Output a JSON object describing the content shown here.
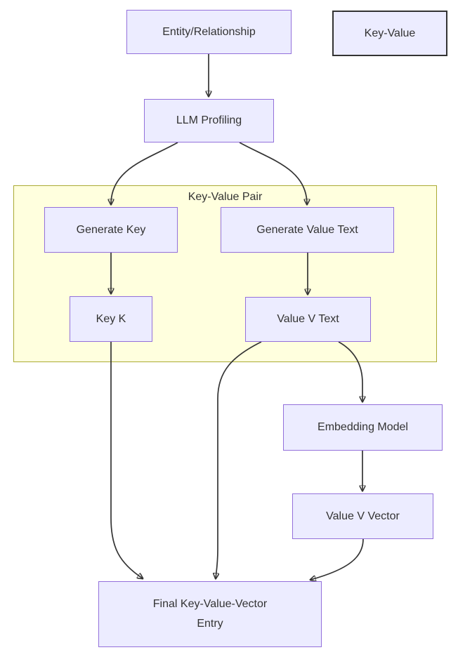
{
  "diagram": {
    "type": "flowchart",
    "direction": "top-down"
  },
  "cluster": {
    "label": "Key-Value Pair"
  },
  "nodes": {
    "entity": {
      "label": "Entity/Relationship"
    },
    "key_value_legend": {
      "label": "Key-Value"
    },
    "llm_profiling": {
      "label": "LLM Profiling"
    },
    "generate_key": {
      "label": "Generate Key"
    },
    "generate_value_text": {
      "label": "Generate Value Text"
    },
    "key_k": {
      "label": "Key K"
    },
    "value_v_text": {
      "label": "Value V Text"
    },
    "embedding_model": {
      "label": "Embedding Model"
    },
    "value_v_vector": {
      "label": "Value V Vector"
    },
    "final_entry": {
      "label": "Final Key-Value-Vector\nEntry"
    }
  },
  "edges": [
    {
      "from": "Entity/Relationship",
      "to": "LLM Profiling"
    },
    {
      "from": "LLM Profiling",
      "to": "Generate Key"
    },
    {
      "from": "LLM Profiling",
      "to": "Generate Value Text"
    },
    {
      "from": "Generate Key",
      "to": "Key K"
    },
    {
      "from": "Generate Value Text",
      "to": "Value V Text"
    },
    {
      "from": "Key K",
      "to": "Final Key-Value-Vector Entry"
    },
    {
      "from": "Value V Text",
      "to": "Final Key-Value-Vector Entry"
    },
    {
      "from": "Value V Text",
      "to": "Embedding Model"
    },
    {
      "from": "Embedding Model",
      "to": "Value V Vector"
    },
    {
      "from": "Value V Vector",
      "to": "Final Key-Value-Vector Entry"
    }
  ],
  "colors": {
    "node_fill": "#ECECFF",
    "node_border": "#9370DB",
    "emphasis_border": "#333333",
    "cluster_fill": "#FFFFDE",
    "cluster_border": "#AAAA33",
    "edge": "#333333",
    "text": "#333333",
    "background": "#FFFFFF"
  }
}
